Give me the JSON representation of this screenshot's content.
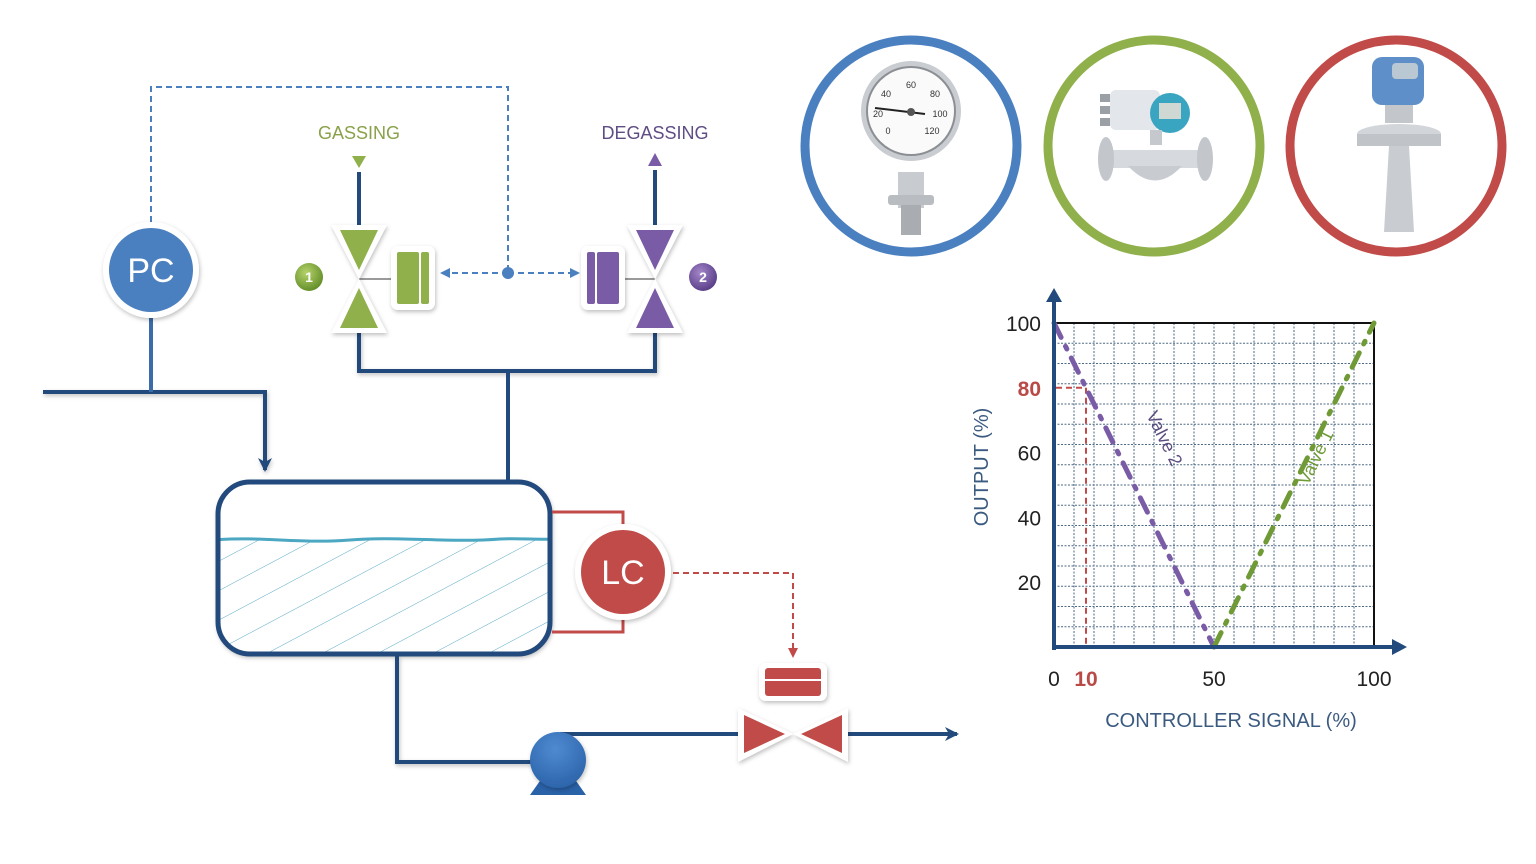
{
  "colors": {
    "pipe": "#234a7c",
    "signal_blue": "#4a7fc0",
    "gassing_green": "#8fb04a",
    "degassing_purple": "#7a5ca6",
    "level_red": "#c04b48",
    "liquid": "#4ba7c2",
    "grid": "#4d6a85"
  },
  "diagram": {
    "pressure_controller": {
      "label": "PC"
    },
    "level_controller": {
      "label": "LC"
    },
    "gassing": {
      "label": "GASSING",
      "valve_badge": "1"
    },
    "degassing": {
      "label": "DEGASSING",
      "valve_badge": "2"
    },
    "instruments": [
      {
        "name": "pressure-gauge",
        "ring_color": "#4a7fc0"
      },
      {
        "name": "flow-meter",
        "ring_color": "#8fb04a"
      },
      {
        "name": "radar-level-transmitter",
        "ring_color": "#c04b48"
      }
    ]
  },
  "chart_data": {
    "type": "line",
    "title": "",
    "xlabel": "CONTROLLER SIGNAL (%)",
    "ylabel": "OUTPUT (%)",
    "xlim": [
      0,
      100
    ],
    "ylim": [
      0,
      100
    ],
    "grid": true,
    "x_ticks": [
      "0",
      "50",
      "100"
    ],
    "y_ticks": [
      "20",
      "40",
      "60",
      "100"
    ],
    "highlight": {
      "x": 10,
      "y": 80,
      "x_label": "10",
      "y_label": "80"
    },
    "series": [
      {
        "name": "Valve 2",
        "label": "Valve 2",
        "color": "#7a5ca6",
        "x": [
          0,
          50
        ],
        "y": [
          100,
          0
        ]
      },
      {
        "name": "Valve 1",
        "label": "Valve 1",
        "color": "#6f9a36",
        "x": [
          50,
          100
        ],
        "y": [
          0,
          100
        ]
      }
    ]
  }
}
